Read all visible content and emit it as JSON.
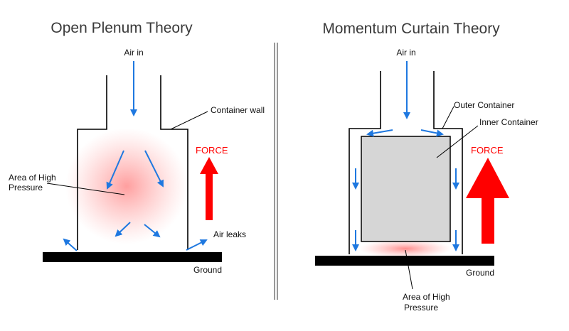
{
  "left": {
    "title": "Open Plenum Theory",
    "air_in": "Air in",
    "container_wall": "Container wall",
    "force": "FORCE",
    "area_line1": "Area of High",
    "area_line2": "Pressure",
    "air_leaks": "Air leaks",
    "ground": "Ground"
  },
  "right": {
    "title": "Momentum Curtain Theory",
    "air_in": "Air in",
    "outer_container": "Outer Container",
    "inner_container": "Inner Container",
    "force": "FORCE",
    "ground": "Ground",
    "area_line1": "Area of High",
    "area_line2": "Pressure"
  },
  "colors": {
    "airflow": "#1e78e0",
    "force": "#ff0000",
    "pressure": "#ff5050",
    "wall": "#000000",
    "inner_fill": "#d6d6d6"
  }
}
